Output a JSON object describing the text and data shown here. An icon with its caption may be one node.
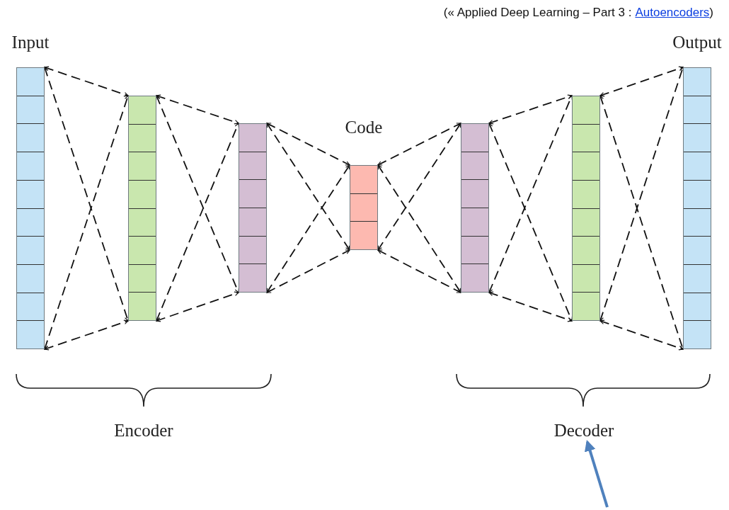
{
  "diagram": {
    "nodes": [
      {
        "text": [
          "Input"
        ]
      },
      {
        "text": [],
        "shape": "bar"
      },
      {
        "text": [],
        "shape": "bar"
      },
      {
        "text": [
          "Code"
        ]
      },
      {
        "text": [],
        "shape": "bar"
      },
      {
        "text": [],
        "shape": "bar"
      },
      {
        "text": [
          "Output"
        ]
      },
      {
        "text": [
          "Decoder"
        ]
      }
    ],
    "edges": [
      {
        "from": 0,
        "to": 1,
        "arrow": "both",
        "style": "dashed"
      },
      {
        "from": 0,
        "to": 1,
        "arrow": "both",
        "style": "dashed"
      },
      {
        "from": 0,
        "to": 1,
        "arrow": "both",
        "style": "dashed"
      },
      {
        "from": 0,
        "to": 1,
        "arrow": "both",
        "style": "dashed"
      },
      {
        "from": 1,
        "to": 2,
        "arrow": "both",
        "style": "dashed"
      },
      {
        "from": 1,
        "to": 2,
        "arrow": "both",
        "style": "dashed"
      },
      {
        "from": 1,
        "to": 2,
        "arrow": "both",
        "style": "dashed"
      },
      {
        "from": 1,
        "to": 2,
        "arrow": "both",
        "style": "dashed"
      },
      {
        "from": 2,
        "to": 3,
        "arrow": "both",
        "style": "dashed"
      },
      {
        "from": 2,
        "to": 3,
        "arrow": "both",
        "style": "dashed"
      },
      {
        "from": 2,
        "to": 3,
        "arrow": "both",
        "style": "dashed"
      },
      {
        "from": 2,
        "to": 3,
        "arrow": "both",
        "style": "dashed"
      },
      {
        "from": 3,
        "to": 4,
        "arrow": "both",
        "style": "dashed"
      },
      {
        "from": 3,
        "to": 4,
        "arrow": "both",
        "style": "dashed"
      },
      {
        "from": 3,
        "to": 4,
        "arrow": "both",
        "style": "dashed"
      },
      {
        "from": 3,
        "to": 4,
        "arrow": "both",
        "style": "dashed"
      },
      {
        "from": 4,
        "to": 5,
        "arrow": "both",
        "style": "dashed"
      },
      {
        "from": 4,
        "to": 5,
        "arrow": "both",
        "style": "dashed"
      },
      {
        "from": 4,
        "to": 5,
        "arrow": "both",
        "style": "dashed"
      },
      {
        "from": 4,
        "to": 5,
        "arrow": "both",
        "style": "dashed"
      },
      {
        "from": 5,
        "to": 6,
        "arrow": "both",
        "style": "dashed"
      },
      {
        "from": 5,
        "to": 6,
        "arrow": "both",
        "style": "dashed"
      },
      {
        "from": 5,
        "to": 6,
        "arrow": "both",
        "style": "dashed"
      },
      {
        "from": 5,
        "to": 6,
        "arrow": "both",
        "style": "dashed"
      },
      {
        "from": null,
        "to": 7,
        "arrow": "to",
        "style": "thick",
        "color": "#4f81bd"
      }
    ],
    "labels": [
      "(« Applied Deep Learning – Part 3 :",
      "Autoencoders",
      ")",
      "Encoder"
    ]
  }
}
